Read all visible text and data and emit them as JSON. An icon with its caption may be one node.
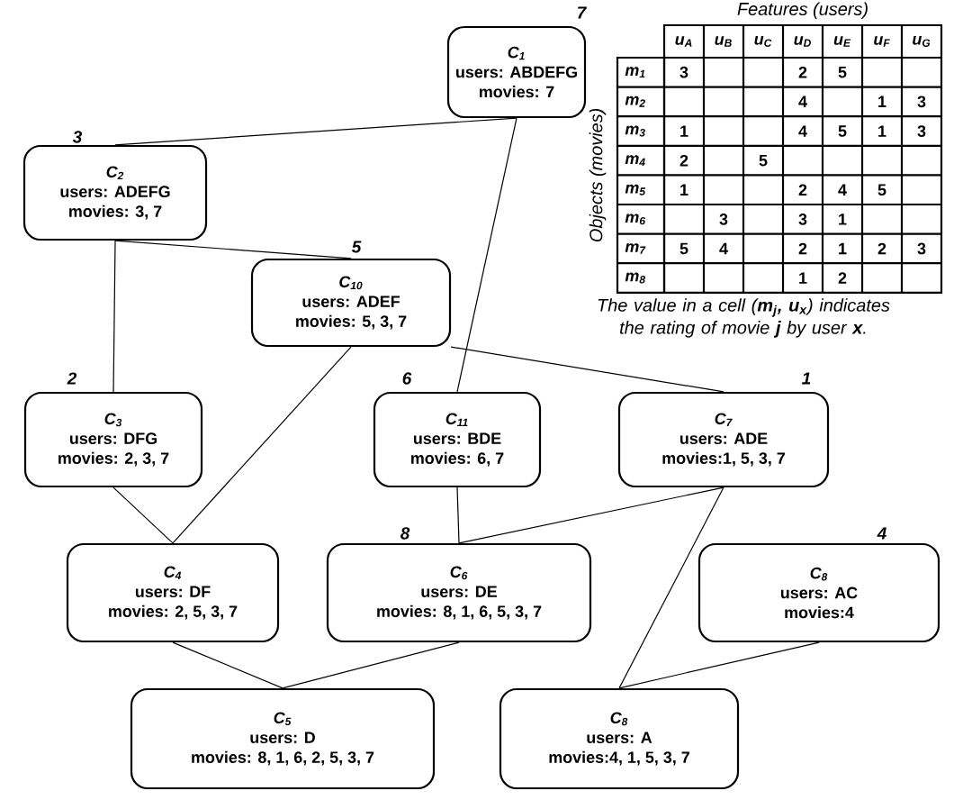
{
  "diagram": {
    "nodes": [
      {
        "text": [
          "C$_{1}$",
          "users: ABDEFG",
          "movies: 7"
        ],
        "beside": [
          "7"
        ]
      },
      {
        "text": [
          "C$_{2}$",
          "users: ADEFG",
          "movies: 3, 7"
        ],
        "beside": [
          "3"
        ]
      },
      {
        "text": [
          "C$_{10}$",
          "users: ADEF",
          "movies: 5, 3, 7"
        ],
        "beside": [
          "5"
        ]
      },
      {
        "text": [
          "C$_{3}$",
          "users: DFG",
          "movies: 2, 3, 7"
        ],
        "beside": [
          "2"
        ]
      },
      {
        "text": [
          "C$_{11}$",
          "users: BDE",
          "movies: 6, 7"
        ],
        "beside": [
          "6"
        ]
      },
      {
        "text": [
          "C$_{7}$",
          "users: ADE",
          "movies:1, 5, 3, 7"
        ],
        "beside": [
          "1"
        ]
      },
      {
        "text": [
          "C$_{4}$",
          "users: DF",
          "movies: 2, 5, 3, 7"
        ]
      },
      {
        "text": [
          "C$_{6}$",
          "users: DE",
          "movies: 8, 1, 6, 5, 3, 7"
        ],
        "beside": [
          "8"
        ]
      },
      {
        "text": [
          "C$_{8}$",
          "users: AC",
          "movies:4"
        ],
        "beside": [
          "4"
        ]
      },
      {
        "text": [
          "C$_{5}$",
          "users: D",
          "movies: 8, 1, 6, 2, 5, 3, 7"
        ]
      },
      {
        "text": [
          "C$_{8}$",
          "users: A",
          "movies:4, 1, 5, 3, 7"
        ]
      }
    ],
    "edges": [
      {
        "from": 0,
        "to": 1,
        "arrow": "none"
      },
      {
        "from": 0,
        "to": 4,
        "arrow": "none"
      },
      {
        "from": 1,
        "to": 3,
        "arrow": "none"
      },
      {
        "from": 1,
        "to": 2,
        "arrow": "none"
      },
      {
        "from": 2,
        "to": 6,
        "arrow": "none"
      },
      {
        "from": 2,
        "to": 5,
        "arrow": "none"
      },
      {
        "from": 3,
        "to": 6,
        "arrow": "none"
      },
      {
        "from": 4,
        "to": 7,
        "arrow": "none"
      },
      {
        "from": 5,
        "to": 7,
        "arrow": "none"
      },
      {
        "from": 5,
        "to": 10,
        "arrow": "none"
      },
      {
        "from": 6,
        "to": 9,
        "arrow": "none"
      },
      {
        "from": 7,
        "to": 9,
        "arrow": "none"
      },
      {
        "from": 8,
        "to": 10,
        "arrow": "none"
      }
    ],
    "labels": [
      "Features (users)",
      "Objects (movies)",
      "u$_{A}$",
      "u$_{B}$",
      "u$_{C}$",
      "u$_{D}$",
      "u$_{E}$",
      "u$_{F}$",
      "u$_{G}$",
      "m$_{1}$",
      "3",
      "2",
      "5",
      "m$_{2}$",
      "4",
      "1",
      "3",
      "m$_{3}$",
      "1",
      "4",
      "5",
      "1",
      "3",
      "m$_{4}$",
      "2",
      "5",
      "m$_{5}$",
      "1",
      "2",
      "4",
      "5",
      "m$_{6}$",
      "3",
      "3",
      "1",
      "m$_{7}$",
      "5",
      "4",
      "2",
      "1",
      "2",
      "3",
      "m$_{8}$",
      "1",
      "2",
      "The value in a cell (**m$_{j}$, u$_{x}$**) indicates the rating of movie **j** by user **x**."
    ]
  }
}
